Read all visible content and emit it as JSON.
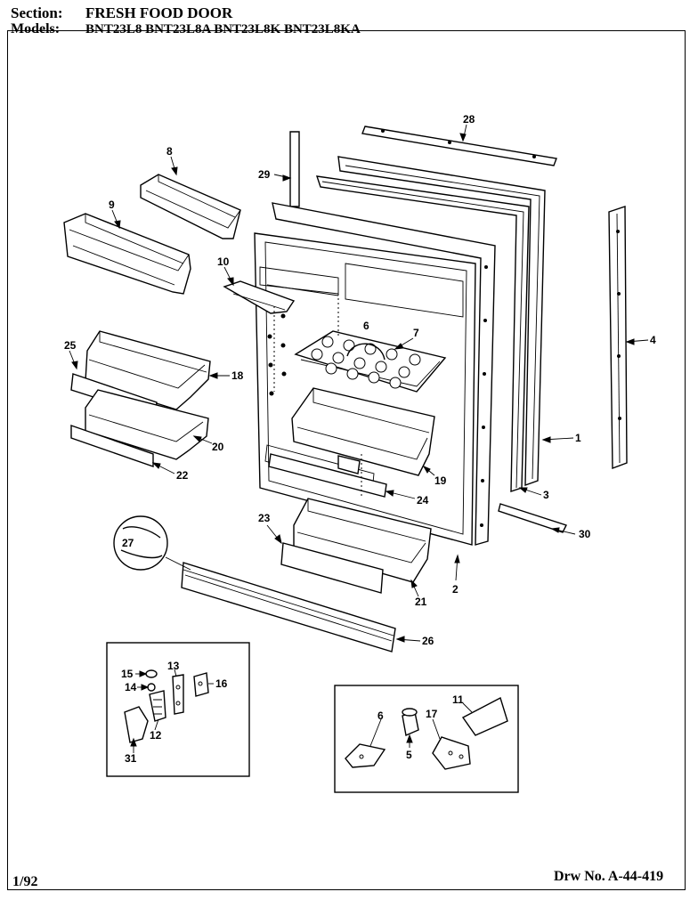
{
  "header": {
    "section_label": "Section:",
    "section_value": "FRESH FOOD DOOR",
    "models_label": "Models:",
    "models_value": "BNT23L8  BNT23L8A  BNT23L8K  BNT23L8KA"
  },
  "footer": {
    "date": "1/92",
    "drawing_number": "Drw No. A-44-419"
  },
  "callouts": [
    "28",
    "8",
    "29",
    "9",
    "4",
    "10",
    "7",
    "6",
    "25",
    "18",
    "1",
    "20",
    "22",
    "19",
    "24",
    "3",
    "23",
    "27",
    "30",
    "2",
    "21",
    "26",
    "15",
    "13",
    "14",
    "16",
    "12",
    "31",
    "11",
    "6",
    "17",
    "5"
  ]
}
